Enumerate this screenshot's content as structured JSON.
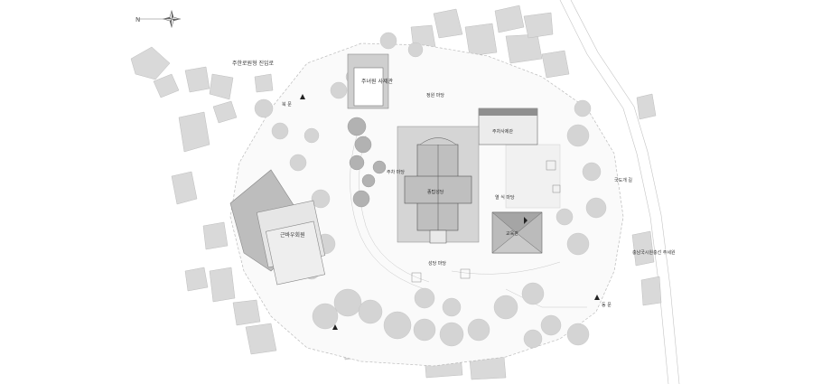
{
  "colors": {
    "tree": "#d2d2d2",
    "tree_dark": "#a7a7a7",
    "neighbor": "#d9d9d9",
    "building_roof": "#bdbdbd",
    "ground_line": "#b5b5b5",
    "text": "#333333"
  },
  "compass": {
    "north_label": "N",
    "icon": "compass-rose-icon"
  },
  "labels": {
    "entrance_road": "주한로원형 진입로",
    "north_gate": "북 문",
    "museum_building": "주녀원 사제관",
    "side_yard": "정원 마당",
    "annex_building": "주차사제관",
    "front_yard": "주차 마당",
    "main_church": "종탑성당",
    "education_building": "교육관",
    "open_yard": "열 식 마당",
    "activity_building": "근바우회원",
    "plaza": "성당 마당",
    "east_road": "국도개 길",
    "south_gate": "동 문",
    "east_facility": "충남국시원충선 주세원"
  }
}
